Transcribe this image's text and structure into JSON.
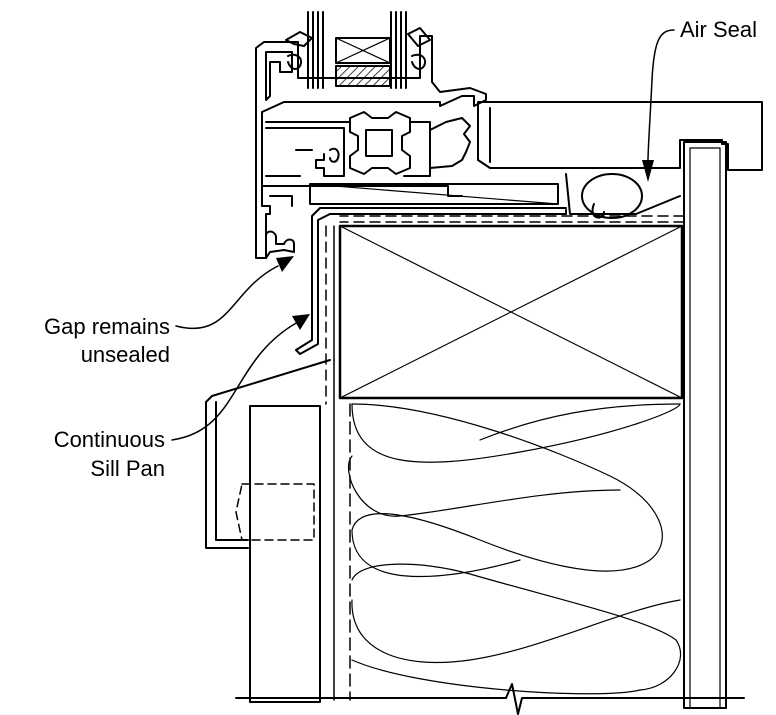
{
  "labels": {
    "air_seal": "Air Seal",
    "gap_line1": "Gap remains",
    "gap_line2": "unsealed",
    "pan_line1": "Continuous",
    "pan_line2": "Sill Pan"
  },
  "colors": {
    "line": "#000000",
    "background": "#ffffff",
    "hatch": "#000000"
  }
}
